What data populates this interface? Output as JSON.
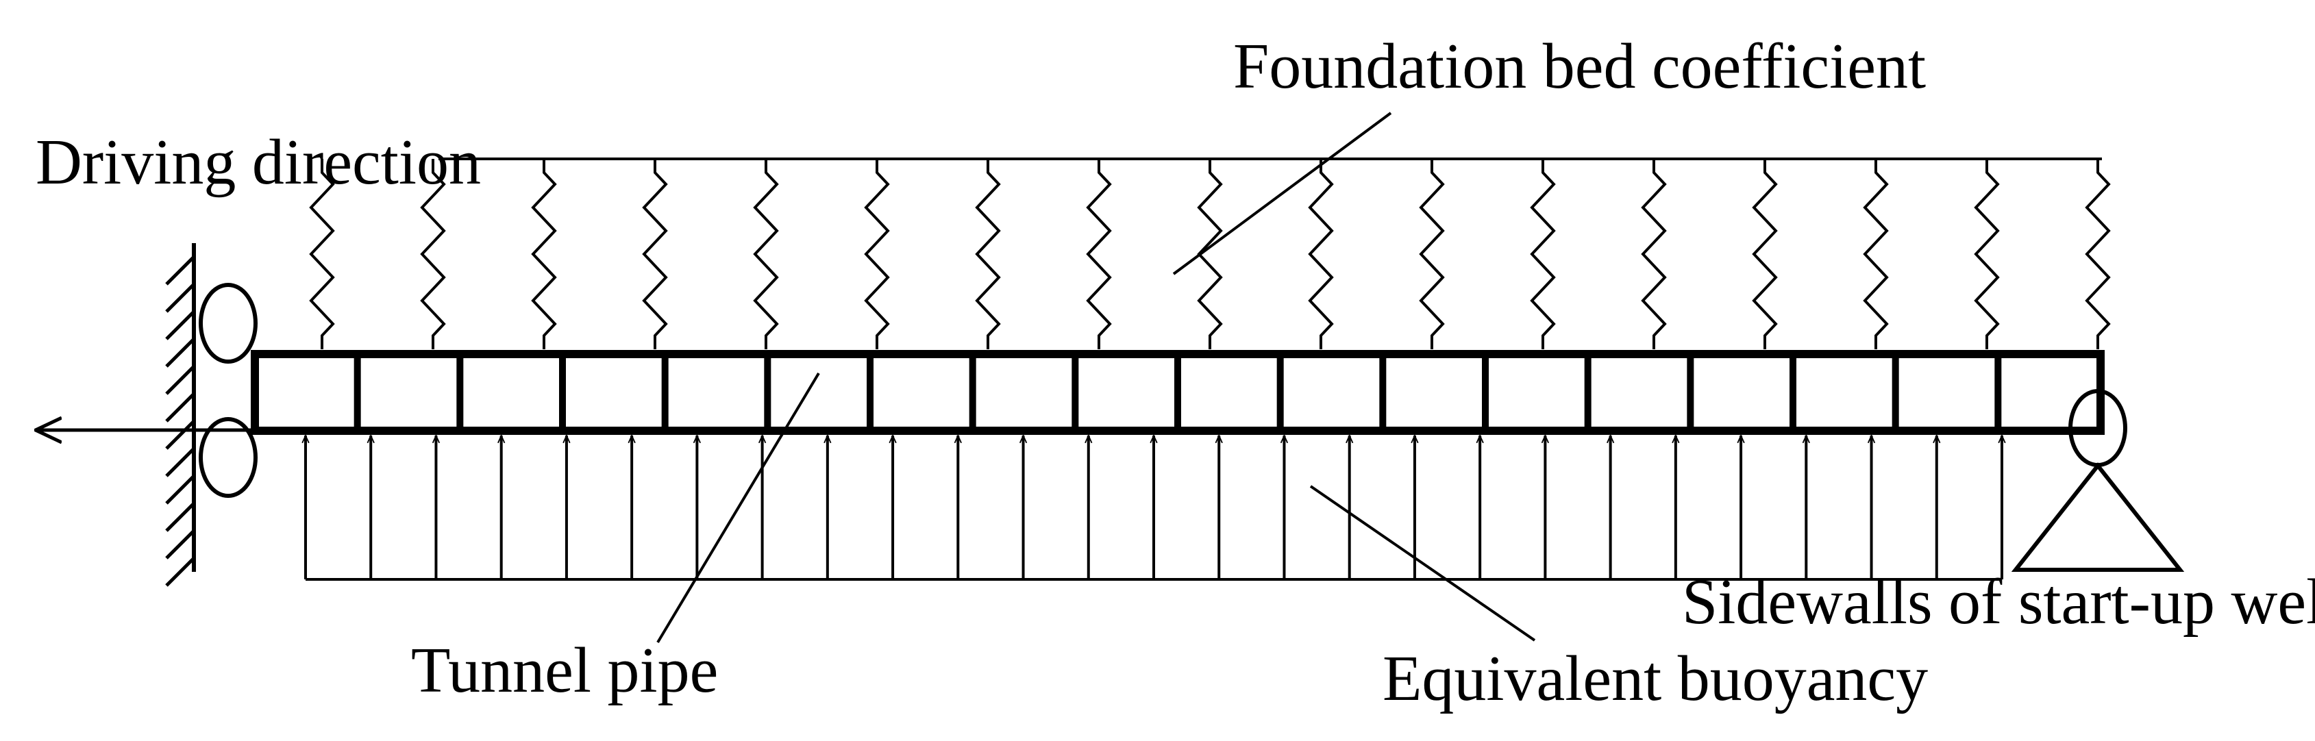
{
  "labels": {
    "foundation": "Foundation bed coefficient",
    "driving": "Driving direction",
    "tunnel": "Tunnel pipe",
    "buoyancy": "Equivalent buoyancy",
    "sidewalls": "Sidewalls of start-up wells"
  },
  "structure": {
    "pipe_segments": 18,
    "springs": 17,
    "buoyancy_arrows": 27
  },
  "colors": {
    "ink": "#000000",
    "background": "#ffffff"
  }
}
